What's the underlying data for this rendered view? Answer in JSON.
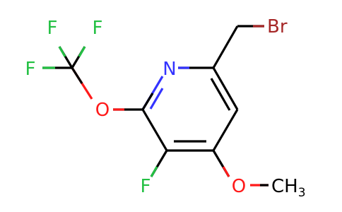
{
  "molecule": {
    "atoms": {
      "br": "Br",
      "n": "N",
      "o_ocf3": "O",
      "f_top_left": "F",
      "f_top_right": "F",
      "f_left": "F",
      "f_ring": "F",
      "o_methoxy": "O",
      "ch3_c": "CH",
      "ch3_sub": "3"
    },
    "colors": {
      "carbon_bond": "#000000",
      "nitrogen": "#3333ff",
      "oxygen": "#ff1a1a",
      "fluorine": "#23c043",
      "bromine": "#a62828"
    }
  }
}
